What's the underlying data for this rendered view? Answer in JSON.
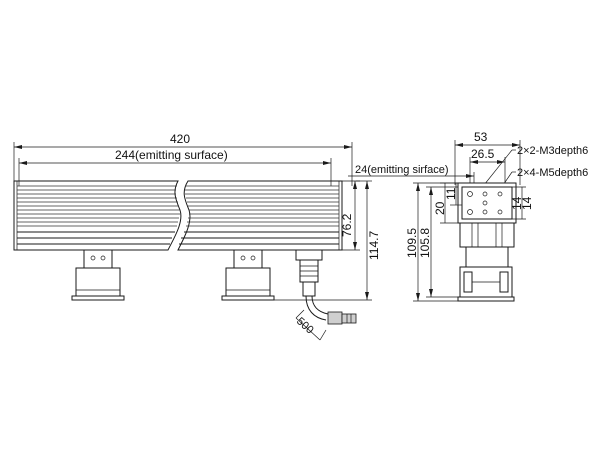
{
  "dimensions": {
    "overall_length": "420",
    "emitting_length": "244(emitting surface)",
    "height_body": "76.2",
    "height_total": "114.7",
    "cable_length": "500",
    "side_width": "53",
    "side_emitting": "24(emitting sirface)",
    "side_inner": "26.5",
    "side_h1": "20",
    "side_h2": "11",
    "side_h3": "14",
    "side_h4": "14",
    "side_height_total": "109.5",
    "side_height_body": "105.8",
    "note_m3": "2×2-M3depth6",
    "note_m5": "2×4-M5depth6"
  }
}
